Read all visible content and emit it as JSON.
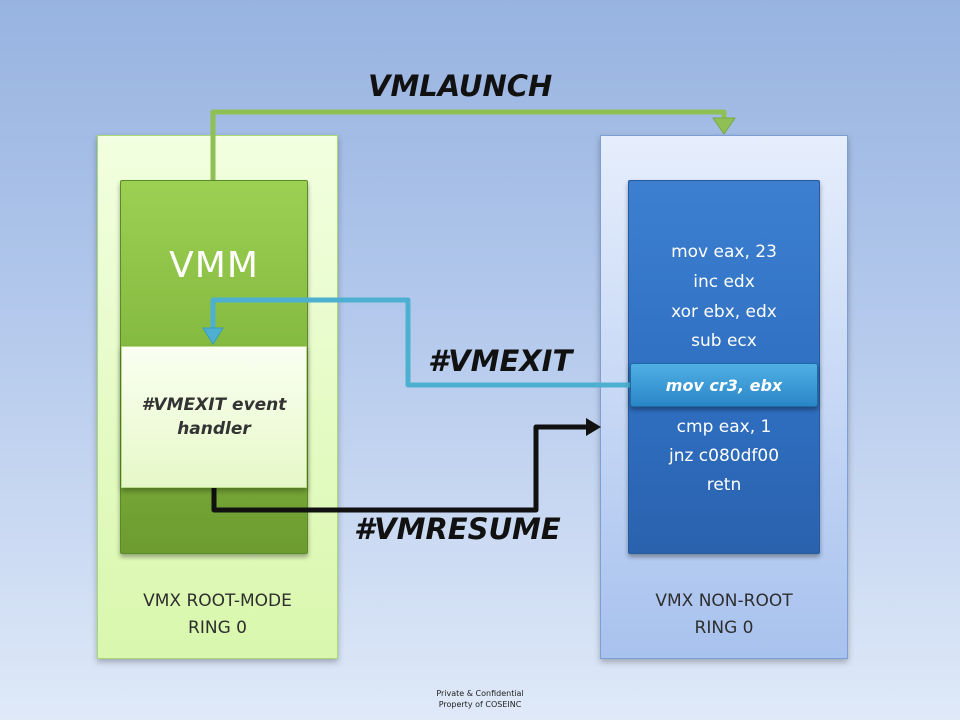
{
  "flows": {
    "vmlaunch": "VMLAUNCH",
    "vmexit": "#VMEXIT",
    "vmresume": "#VMRESUME"
  },
  "root_mode": {
    "box_title": "VMM",
    "handler_label": "#VMEXIT event handler",
    "caption_line1": "VMX ROOT-MODE",
    "caption_line2": "RING 0"
  },
  "non_root": {
    "code_top": [
      "mov eax, 23",
      "inc edx",
      "xor ebx, edx",
      "sub ecx"
    ],
    "highlighted": "mov cr3, ebx",
    "code_bottom": [
      "cmp eax, 1",
      "jnz c080df00",
      "retn"
    ],
    "caption_line1": "VMX NON-ROOT",
    "caption_line2": "RING 0"
  },
  "footer": {
    "line1": "Private & Confidential",
    "line2": "Property of COSEINC"
  },
  "colors": {
    "vmlaunch_arrow": "#8fbf55",
    "vmexit_arrow": "#4db0d0",
    "vmresume_arrow": "#111111",
    "vmm_green": "#80b53c",
    "code_blue": "#2f6ec0"
  }
}
